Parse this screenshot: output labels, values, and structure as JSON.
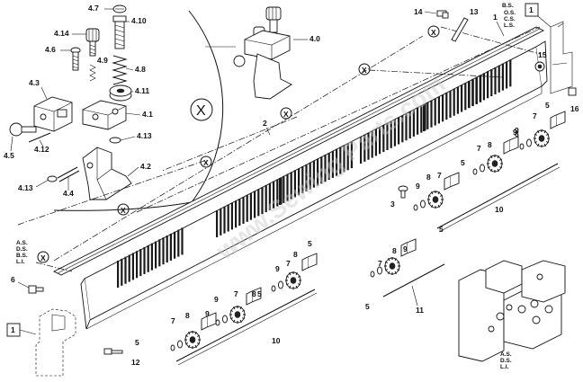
{
  "labels": {
    "l_4_7": "4.7",
    "l_4_10": "4.10",
    "l_4_14": "4.14",
    "l_4_9": "4.9",
    "l_4_6": "4.6",
    "l_4_8": "4.8",
    "l_4_11": "4.11",
    "l_4_3": "4.3",
    "l_4_1": "4.1",
    "l_4_5": "4.5",
    "l_4_12": "4.12",
    "l_4_13a": "4.13",
    "l_4_13b": "4.13",
    "l_4_2": "4.2",
    "l_4_4": "4.4",
    "l_4_0": "4.0",
    "l_2": "2",
    "l_14": "14",
    "l_13": "13",
    "l_1a": "1",
    "l_1box_top": "1",
    "l_15": "15",
    "l_16": "16",
    "l_3": "3",
    "l_10a": "10",
    "l_10b": "10",
    "l_11": "11",
    "l_12": "12",
    "l_6": "6",
    "l_1box_bot": "1",
    "l_5a": "5",
    "l_5b": "5",
    "l_5c": "5",
    "l_5d": "5",
    "l_5e": "5",
    "l_7a": "7",
    "l_7b": "7",
    "l_7c": "7",
    "l_7d": "7",
    "l_7e": "7",
    "l_7f": "7",
    "l_8a": "8",
    "l_8b": "8",
    "l_8c": "8",
    "l_8d": "8",
    "l_8e": "8",
    "l_8f": "8",
    "l_9a": "9",
    "l_9b": "9",
    "l_9c": "9",
    "l_9d": "9",
    "l_9e": "9",
    "l_9f": "9",
    "X": "X"
  },
  "side_codes_tr": [
    "B.S.",
    "O.S.",
    "C.S.",
    "L.S."
  ],
  "side_codes_l": [
    "A.S.",
    "D.S.",
    "B.S.",
    "L.I."
  ],
  "side_codes_br": [
    "A.S.",
    "D.S.",
    "L.I."
  ],
  "watermark": "www.Sewing Parts.com"
}
